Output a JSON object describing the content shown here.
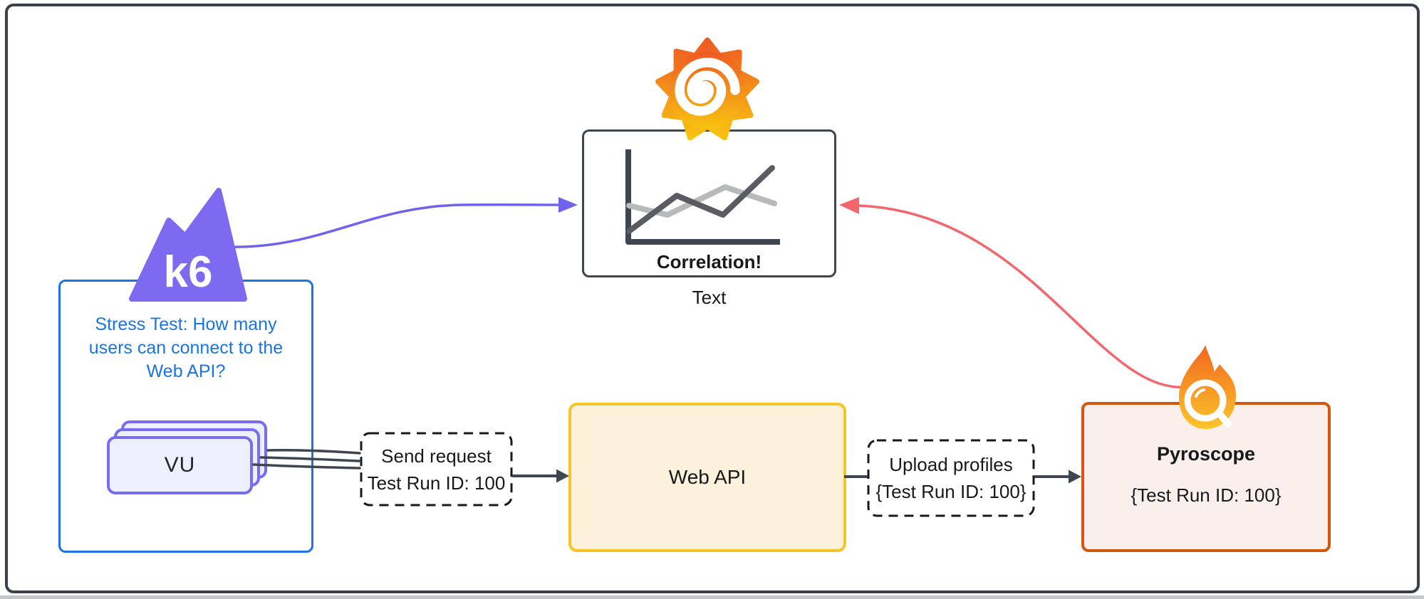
{
  "diagram": {
    "k6_logo_text": "k6",
    "stress_box": {
      "lines": [
        "Stress Test: How many",
        "users can connect to the",
        "Web API?"
      ]
    },
    "vu_label": "VU",
    "correlation": {
      "title": "Correlation!",
      "caption": "Text"
    },
    "send_request": {
      "line1": "Send request",
      "line2": "Test Run ID: 100"
    },
    "web_api_label": "Web API",
    "upload_profiles": {
      "line1": "Upload profiles",
      "line2": "{Test Run ID: 100}"
    },
    "pyroscope": {
      "title": "Pyroscope",
      "subtitle": "{Test Run ID: 100}"
    }
  },
  "icons": {
    "k6": "k6-mountain-logo",
    "grafana": "grafana-spiral-sun-logo",
    "pyroscope": "pyroscope-flame-magnifier-logo",
    "chart": "line-chart-icon"
  },
  "colors": {
    "frame": "#3A414D",
    "slate": "#3F4650",
    "blue": "#1A73E8",
    "purple": "#7A6BF3",
    "purple_k6": "#7D6AF1",
    "purple_arrow": "#6F63EE",
    "purple_fill": "#EBF0FC",
    "yellow_border": "#F7C325",
    "yellow_fill": "#FCF2DC",
    "orange_border": "#D4570F",
    "orange_fill": "#FBEFEC",
    "red_arrow": "#F4666D",
    "ink": "#17191C",
    "chart_axis": "#3E4551",
    "chart_dark": "#595C63",
    "chart_light": "#B8B9BB",
    "grafana_gradient_top": "#EE5A23",
    "grafana_gradient_bottom": "#F9C310",
    "pyroscope_gradient_top": "#F2671F",
    "pyroscope_gradient_bottom": "#FCC42B"
  }
}
